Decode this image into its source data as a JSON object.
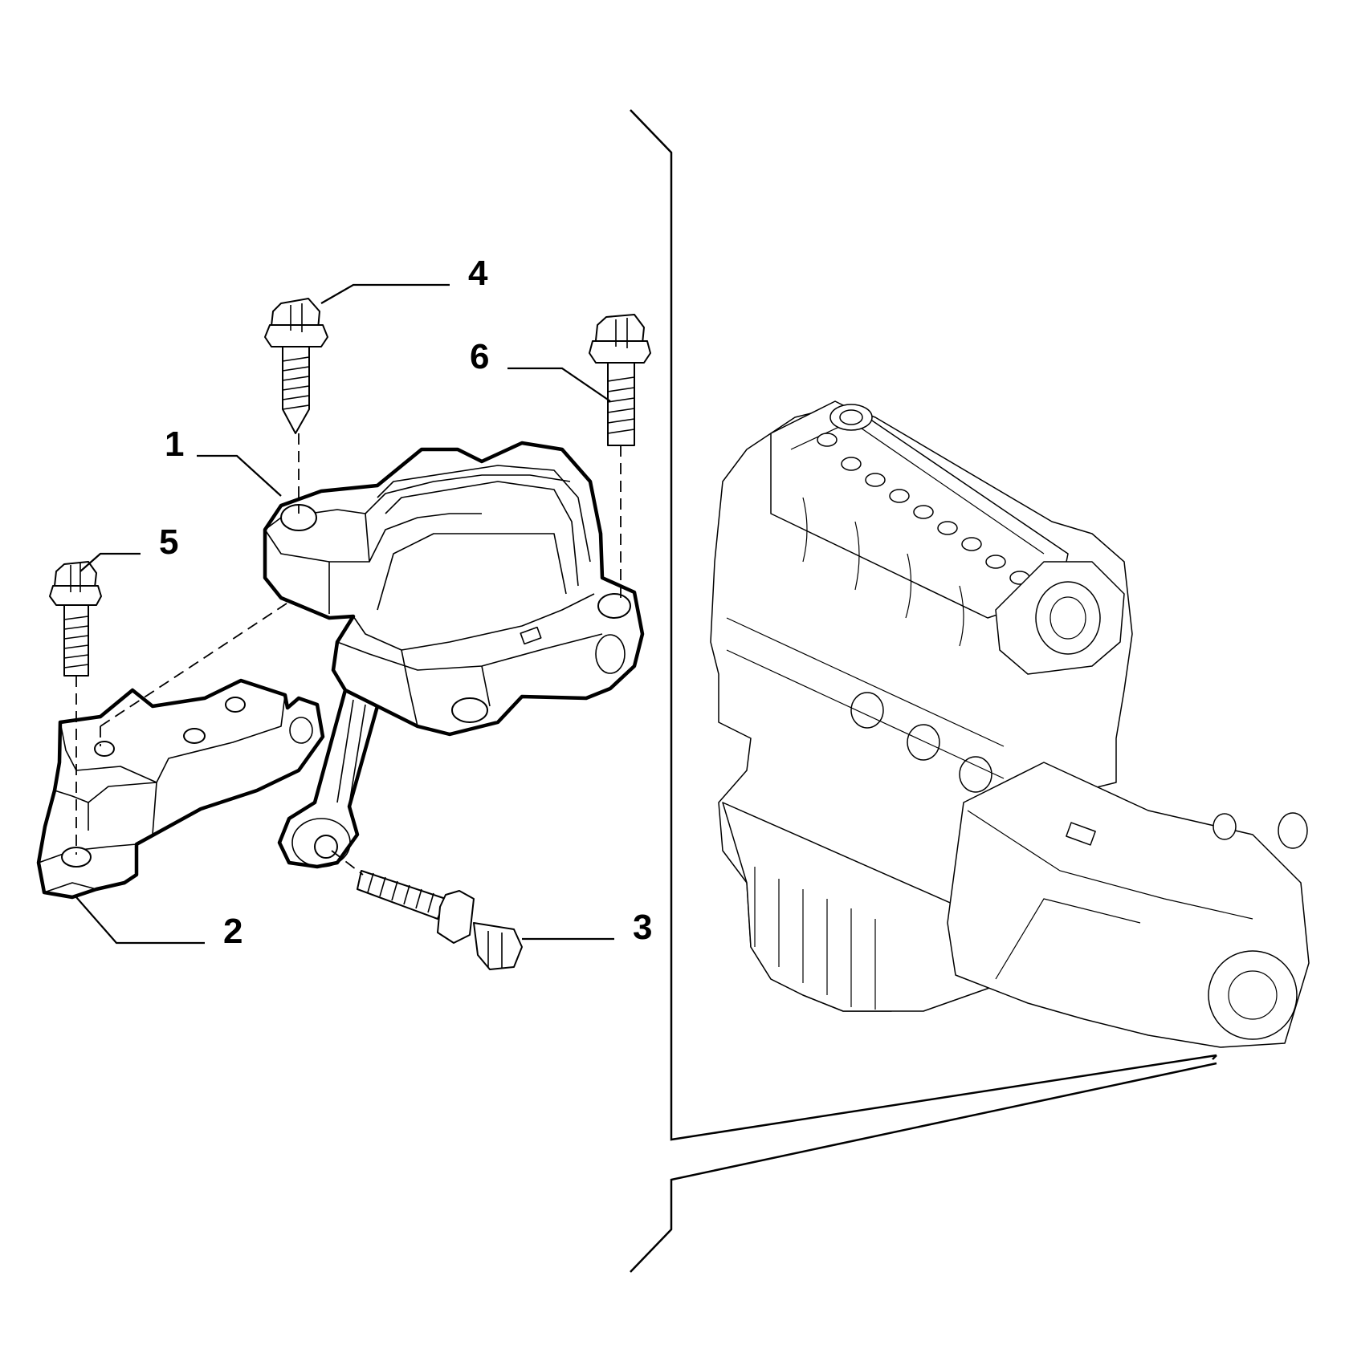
{
  "callouts": [
    {
      "id": "1",
      "label": "1"
    },
    {
      "id": "2",
      "label": "2"
    },
    {
      "id": "3",
      "label": "3"
    },
    {
      "id": "4",
      "label": "4"
    },
    {
      "id": "5",
      "label": "5"
    },
    {
      "id": "6",
      "label": "6"
    }
  ],
  "icons": {
    "engine": "engine-assembly-icon",
    "mount": "engine-mount-icon",
    "bracket": "mounting-bracket-icon",
    "bolt": "bolt-icon"
  }
}
